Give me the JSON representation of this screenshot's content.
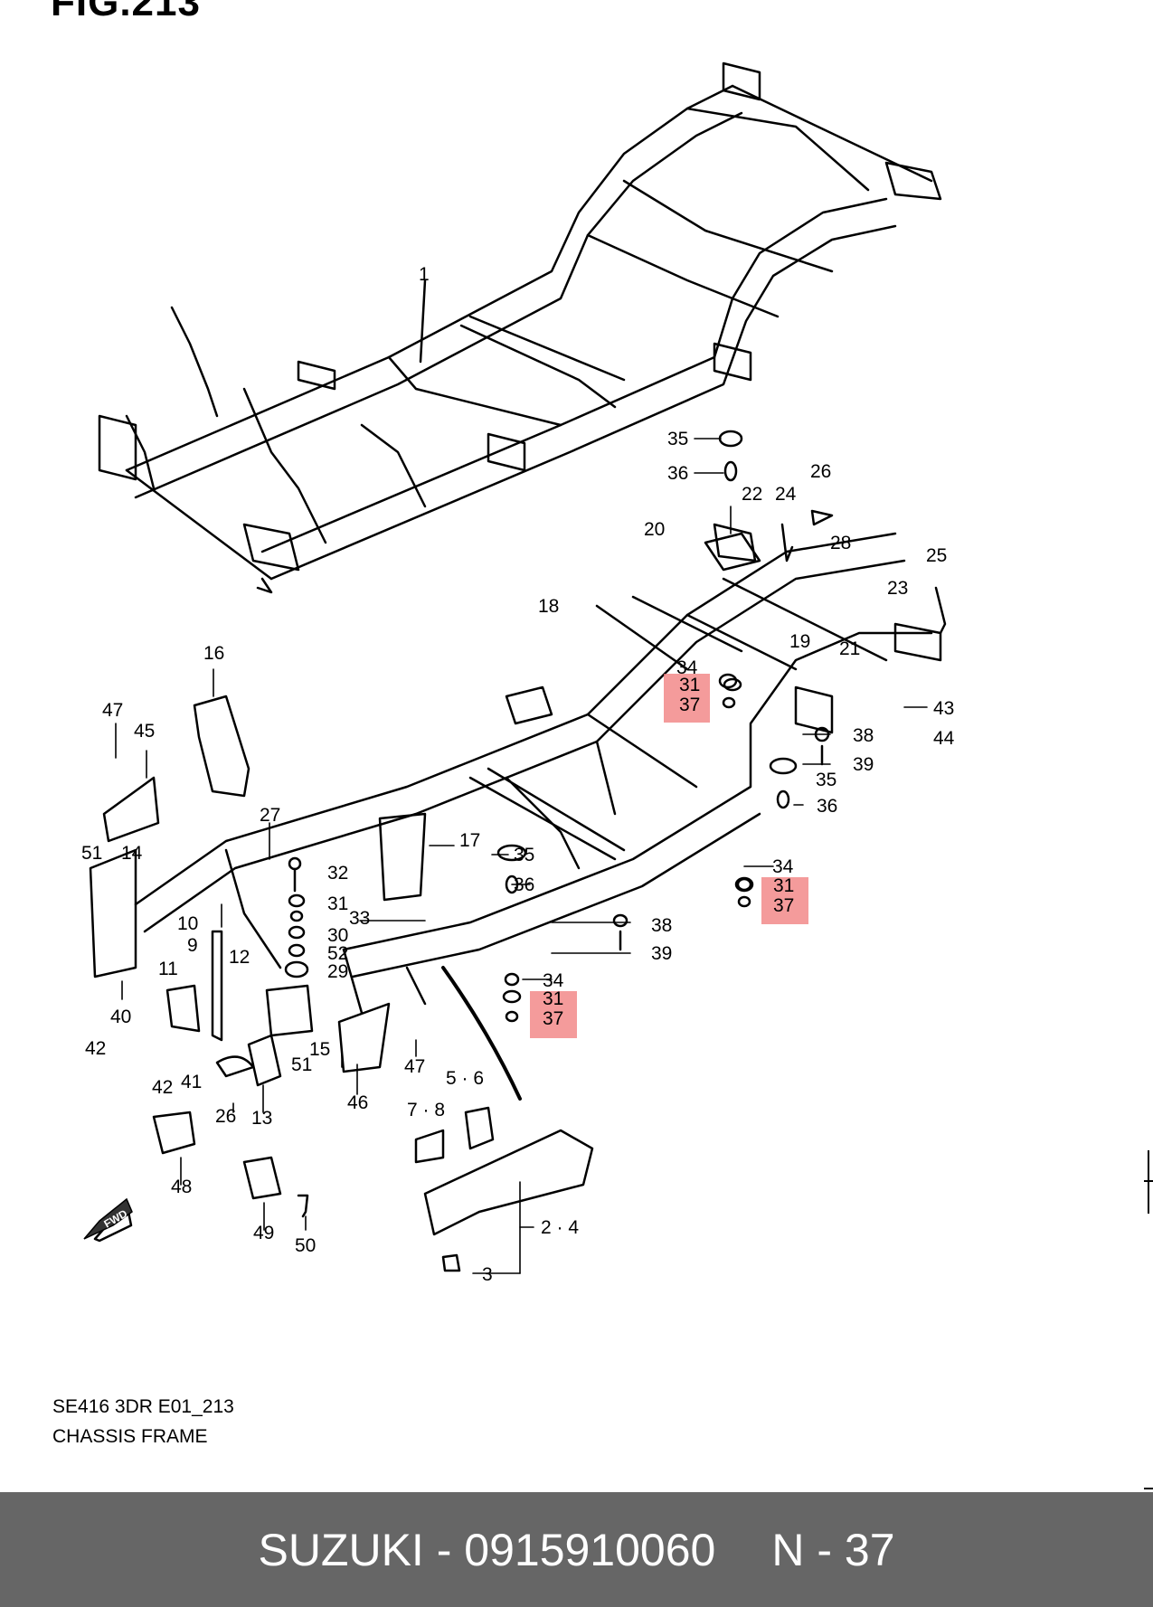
{
  "header": {
    "fig_label": "FIG.213"
  },
  "diagram": {
    "labels": {
      "l1": "1",
      "l35a": "35",
      "l36a": "36",
      "l22": "22",
      "l24": "24",
      "l26": "26",
      "l20": "20",
      "l28": "28",
      "l25": "25",
      "l18": "18",
      "l23": "23",
      "l34a": "34",
      "l31a": "31",
      "l37a": "37",
      "l19": "19",
      "l21": "21",
      "l43": "43",
      "l44": "44",
      "l38a": "38",
      "l39a": "39",
      "l35b": "35",
      "l36b": "36",
      "l16": "16",
      "l47a": "47",
      "l45": "45",
      "l27": "27",
      "l17": "17",
      "l35c": "35",
      "l36c": "36",
      "l32": "32",
      "l31b": "31",
      "l33": "33",
      "l30": "30",
      "l52": "52",
      "l29": "29",
      "l34b": "34",
      "l31c": "31",
      "l37b": "37",
      "l51a": "51",
      "l14": "14",
      "l10": "10",
      "l9": "9",
      "l12": "12",
      "l11": "11",
      "l40": "40",
      "l42a": "42",
      "l41": "41",
      "l42b": "42",
      "l15": "15",
      "l51b": "51",
      "l38b": "38",
      "l39b": "39",
      "l34c": "34",
      "l31d": "31",
      "l37c": "37",
      "l47b": "47",
      "l46": "46",
      "l26b": "26",
      "l13": "13",
      "l56": "5 · 6",
      "l78": "7 · 8",
      "l48": "48",
      "l49": "49",
      "l50": "50",
      "l24b": "2 · 4",
      "l3": "3",
      "fwd": "FWD"
    }
  },
  "caption": {
    "code": "SE416 3DR E01_213",
    "title": "CHASSIS FRAME"
  },
  "footer": {
    "brand": "SUZUKI",
    "separator": " - ",
    "part_number": "0915910060",
    "ref": "N - 37"
  },
  "colors": {
    "footer_bg": "#666666",
    "highlight": "#f07a7a"
  }
}
